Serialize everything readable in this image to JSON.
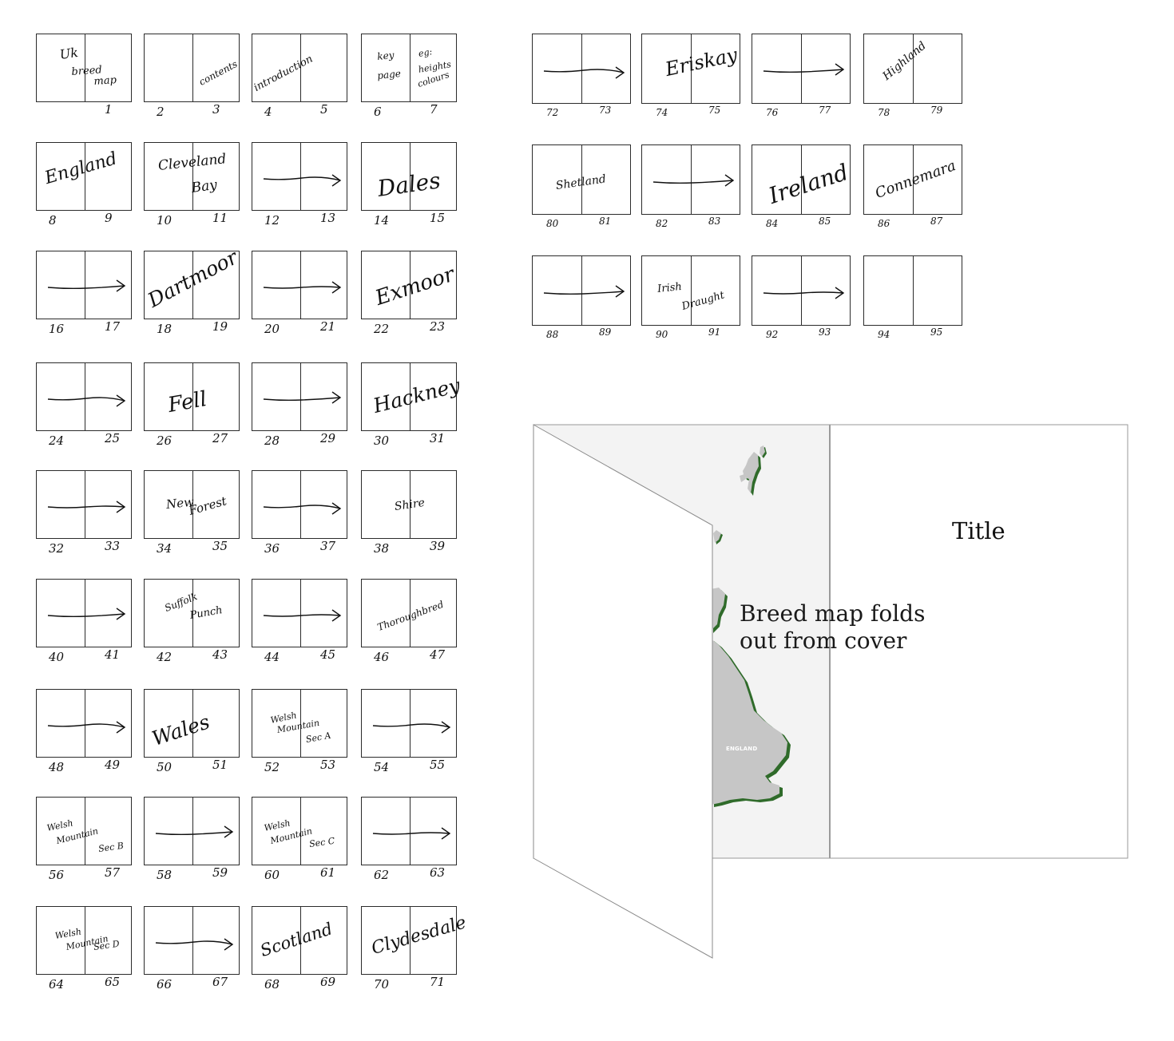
{
  "spreads": [
    {
      "labels": [
        "Uk",
        "breed",
        "map"
      ],
      "left_page": "",
      "right_page": "1"
    },
    {
      "labels": [
        "contents"
      ],
      "left_page": "2",
      "right_page": "3"
    },
    {
      "labels": [
        "introduction"
      ],
      "left_page": "4",
      "right_page": "5"
    },
    {
      "labels": [
        "key",
        "page",
        "eg:",
        "heights",
        "colours"
      ],
      "left_page": "6",
      "right_page": "7"
    },
    {
      "labels": [
        "England"
      ],
      "left_page": "8",
      "right_page": "9"
    },
    {
      "labels": [
        "Cleveland",
        "Bay"
      ],
      "left_page": "10",
      "right_page": "11"
    },
    {
      "labels": [],
      "arrow": true,
      "left_page": "12",
      "right_page": "13"
    },
    {
      "labels": [
        "Dales"
      ],
      "left_page": "14",
      "right_page": "15"
    },
    {
      "labels": [],
      "arrow": true,
      "left_page": "16",
      "right_page": "17"
    },
    {
      "labels": [
        "Dartmoor"
      ],
      "left_page": "18",
      "right_page": "19"
    },
    {
      "labels": [],
      "arrow": true,
      "left_page": "20",
      "right_page": "21"
    },
    {
      "labels": [
        "Exmoor"
      ],
      "left_page": "22",
      "right_page": "23"
    },
    {
      "labels": [],
      "arrow": true,
      "left_page": "24",
      "right_page": "25"
    },
    {
      "labels": [
        "Fell"
      ],
      "left_page": "26",
      "right_page": "27"
    },
    {
      "labels": [],
      "arrow": true,
      "left_page": "28",
      "right_page": "29"
    },
    {
      "labels": [
        "Hackney"
      ],
      "left_page": "30",
      "right_page": "31"
    },
    {
      "labels": [],
      "arrow": true,
      "left_page": "32",
      "right_page": "33"
    },
    {
      "labels": [
        "New",
        "Forest"
      ],
      "left_page": "34",
      "right_page": "35"
    },
    {
      "labels": [],
      "arrow": true,
      "left_page": "36",
      "right_page": "37"
    },
    {
      "labels": [
        "Shire"
      ],
      "left_page": "38",
      "right_page": "39"
    },
    {
      "labels": [],
      "arrow": true,
      "left_page": "40",
      "right_page": "41"
    },
    {
      "labels": [
        "Suffolk",
        "Punch"
      ],
      "left_page": "42",
      "right_page": "43"
    },
    {
      "labels": [],
      "arrow": true,
      "left_page": "44",
      "right_page": "45"
    },
    {
      "labels": [
        "Thoroughbred"
      ],
      "left_page": "46",
      "right_page": "47"
    },
    {
      "labels": [],
      "arrow": true,
      "left_page": "48",
      "right_page": "49"
    },
    {
      "labels": [
        "Wales"
      ],
      "left_page": "50",
      "right_page": "51"
    },
    {
      "labels": [
        "Welsh",
        "Mountain",
        "Sec A"
      ],
      "left_page": "52",
      "right_page": "53"
    },
    {
      "labels": [],
      "arrow": true,
      "left_page": "54",
      "right_page": "55"
    },
    {
      "labels": [
        "Welsh",
        "Mountain",
        "Sec B"
      ],
      "left_page": "56",
      "right_page": "57"
    },
    {
      "labels": [],
      "arrow": true,
      "left_page": "58",
      "right_page": "59"
    },
    {
      "labels": [
        "Welsh",
        "Mountain",
        "Sec C"
      ],
      "left_page": "60",
      "right_page": "61"
    },
    {
      "labels": [],
      "arrow": true,
      "left_page": "62",
      "right_page": "63"
    },
    {
      "labels": [
        "Welsh",
        "Mountain",
        "Sec D"
      ],
      "left_page": "64",
      "right_page": "65"
    },
    {
      "labels": [],
      "arrow": true,
      "left_page": "66",
      "right_page": "67"
    },
    {
      "labels": [
        "Scotland"
      ],
      "left_page": "68",
      "right_page": "69"
    },
    {
      "labels": [
        "Clydesdale"
      ],
      "left_page": "70",
      "right_page": "71"
    },
    {
      "labels": [],
      "arrow": true,
      "left_page": "72",
      "right_page": "73"
    },
    {
      "labels": [
        "Eriskay"
      ],
      "left_page": "74",
      "right_page": "75"
    },
    {
      "labels": [],
      "arrow": true,
      "left_page": "76",
      "right_page": "77"
    },
    {
      "labels": [
        "Highland"
      ],
      "left_page": "78",
      "right_page": "79"
    },
    {
      "labels": [
        "Shetland"
      ],
      "left_page": "80",
      "right_page": "81"
    },
    {
      "labels": [],
      "arrow": true,
      "left_page": "82",
      "right_page": "83"
    },
    {
      "labels": [
        "Ireland"
      ],
      "left_page": "84",
      "right_page": "85"
    },
    {
      "labels": [
        "Connemara"
      ],
      "left_page": "86",
      "right_page": "87"
    },
    {
      "labels": [],
      "arrow": true,
      "left_page": "88",
      "right_page": "89"
    },
    {
      "labels": [
        "Irish",
        "Draught"
      ],
      "left_page": "90",
      "right_page": "91"
    },
    {
      "labels": [],
      "arrow": true,
      "left_page": "92",
      "right_page": "93"
    },
    {
      "labels": [],
      "left_page": "94",
      "right_page": "95"
    }
  ],
  "mockup": {
    "caption": "Breed map folds\nout from cover",
    "cover_title": "Title",
    "map_region_label": "ENGLAND"
  },
  "colors": {
    "map_land": "#c6c6c6",
    "map_shadow": "#2f6b2a",
    "panel_background": "#f3f3f3",
    "panel_border": "#9a9a9a"
  }
}
